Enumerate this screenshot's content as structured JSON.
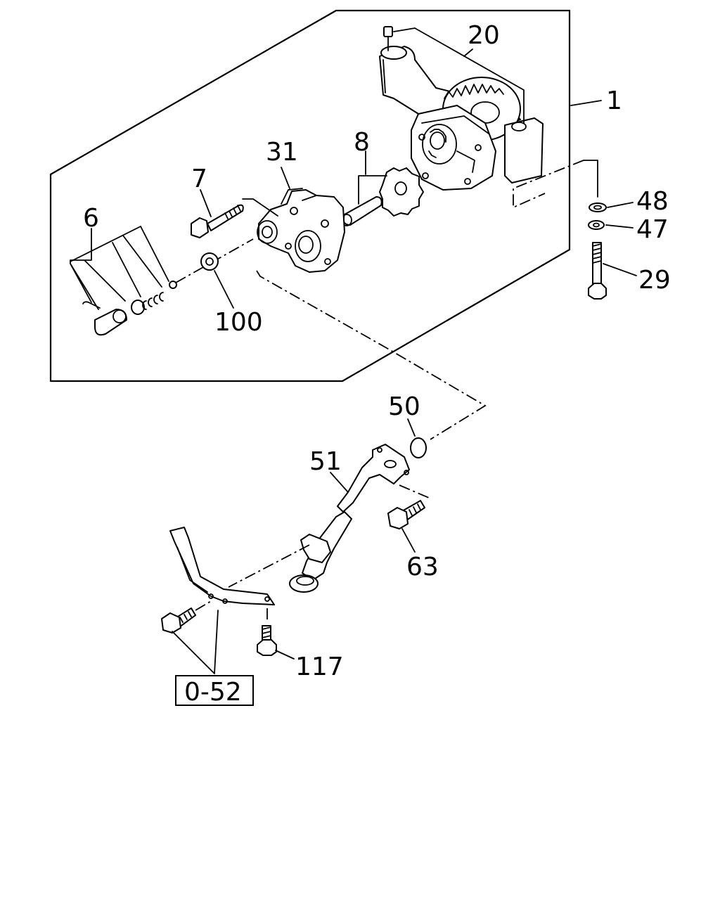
{
  "callouts": {
    "c1": "1",
    "c20": "20",
    "c31": "31",
    "c8": "8",
    "c7": "7",
    "c6": "6",
    "c100": "100",
    "c48": "48",
    "c47": "47",
    "c29": "29",
    "c50": "50",
    "c51": "51",
    "c63": "63",
    "c117": "117"
  },
  "reference_box": "0-52"
}
